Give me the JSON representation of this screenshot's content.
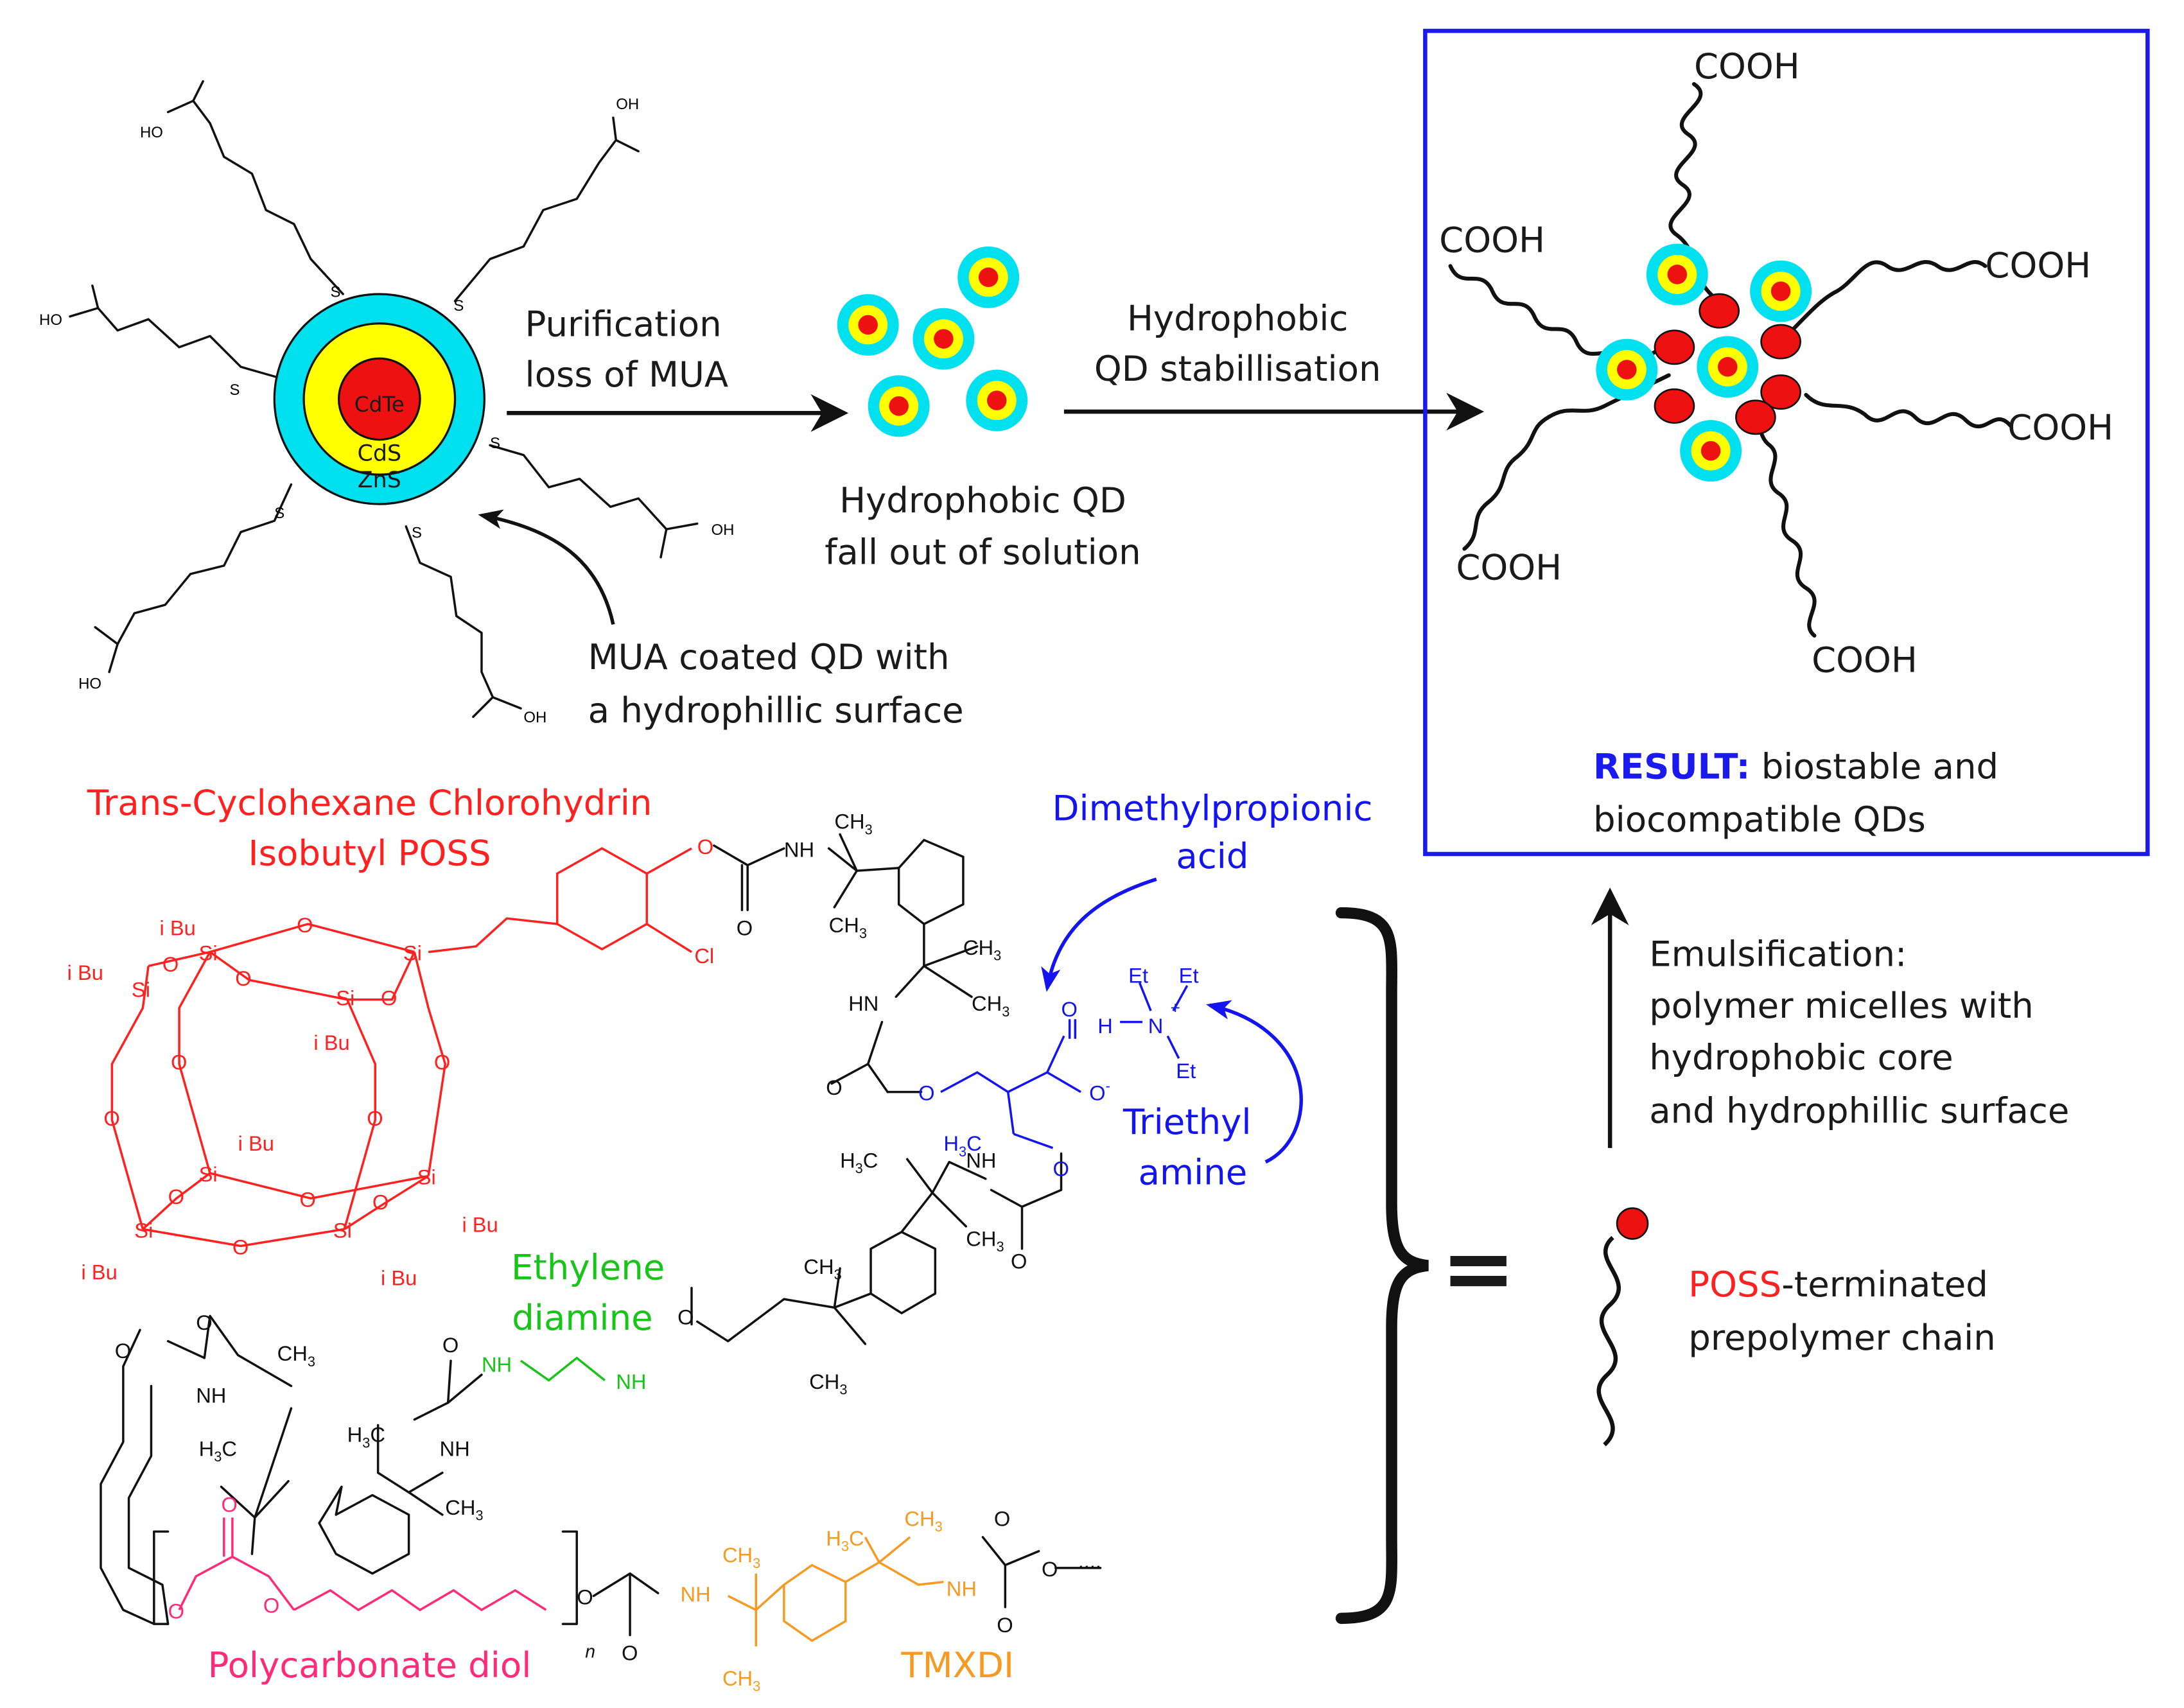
{
  "quantum_dot": {
    "core_label": "CdTe",
    "shell1_label": "CdS",
    "shell2_label": "ZnS",
    "ligand_end": "HO",
    "ligand_end_alt": "OH",
    "ligand_anchor": "S",
    "colors": {
      "core": "#ee1111",
      "shell1": "#ffff00",
      "shell2": "#00e0ee"
    }
  },
  "step1": {
    "line1": "Purification",
    "line2": "loss of MUA"
  },
  "hydrophobic_qd": {
    "line1": "Hydrophobic QD",
    "line2": "fall out of solution"
  },
  "step2": {
    "line1": "Hydrophobic",
    "line2": "QD stabillisation"
  },
  "mua_note": {
    "line1": "MUA coated QD with",
    "line2": "a hydrophillic surface"
  },
  "result_box": {
    "cooh": "COOH",
    "result_keyword": "RESULT:",
    "result_line1": " biostable and",
    "result_line2": "biocompatible QDs",
    "border_color": "#1a1aee"
  },
  "emulsification": {
    "line1": "Emulsification:",
    "line2": "polymer micelles with",
    "line3": "hydrophobic core",
    "line4": "and hydrophillic surface"
  },
  "equals": "=",
  "prepolymer": {
    "poss_word": "POSS",
    "rest1": "-terminated",
    "line2": "prepolymer chain"
  },
  "components": {
    "poss_line1": "Trans-Cyclohexane Chlorohydrin",
    "poss_line2": "Isobutyl POSS",
    "dmpa_line1": "Dimethylpropionic",
    "dmpa_line2": "acid",
    "tea_line1": "Triethyl",
    "tea_line2": "amine",
    "eda_line1": "Ethylene",
    "eda_line2": "diamine",
    "pcd": "Polycarbonate diol",
    "tmxdi": "TMXDI"
  },
  "atoms": {
    "si": "Si",
    "o": "O",
    "ibu": "i Bu",
    "cl": "Cl",
    "nh": "NH",
    "hn": "HN",
    "ch3": "CH",
    "three": "3",
    "h3c_h": "H",
    "h3c_c": "C",
    "et": "Et",
    "h": "H",
    "n": "N",
    "plus": "+",
    "minus": "-",
    "n_sub": "n",
    "dots": "...."
  }
}
